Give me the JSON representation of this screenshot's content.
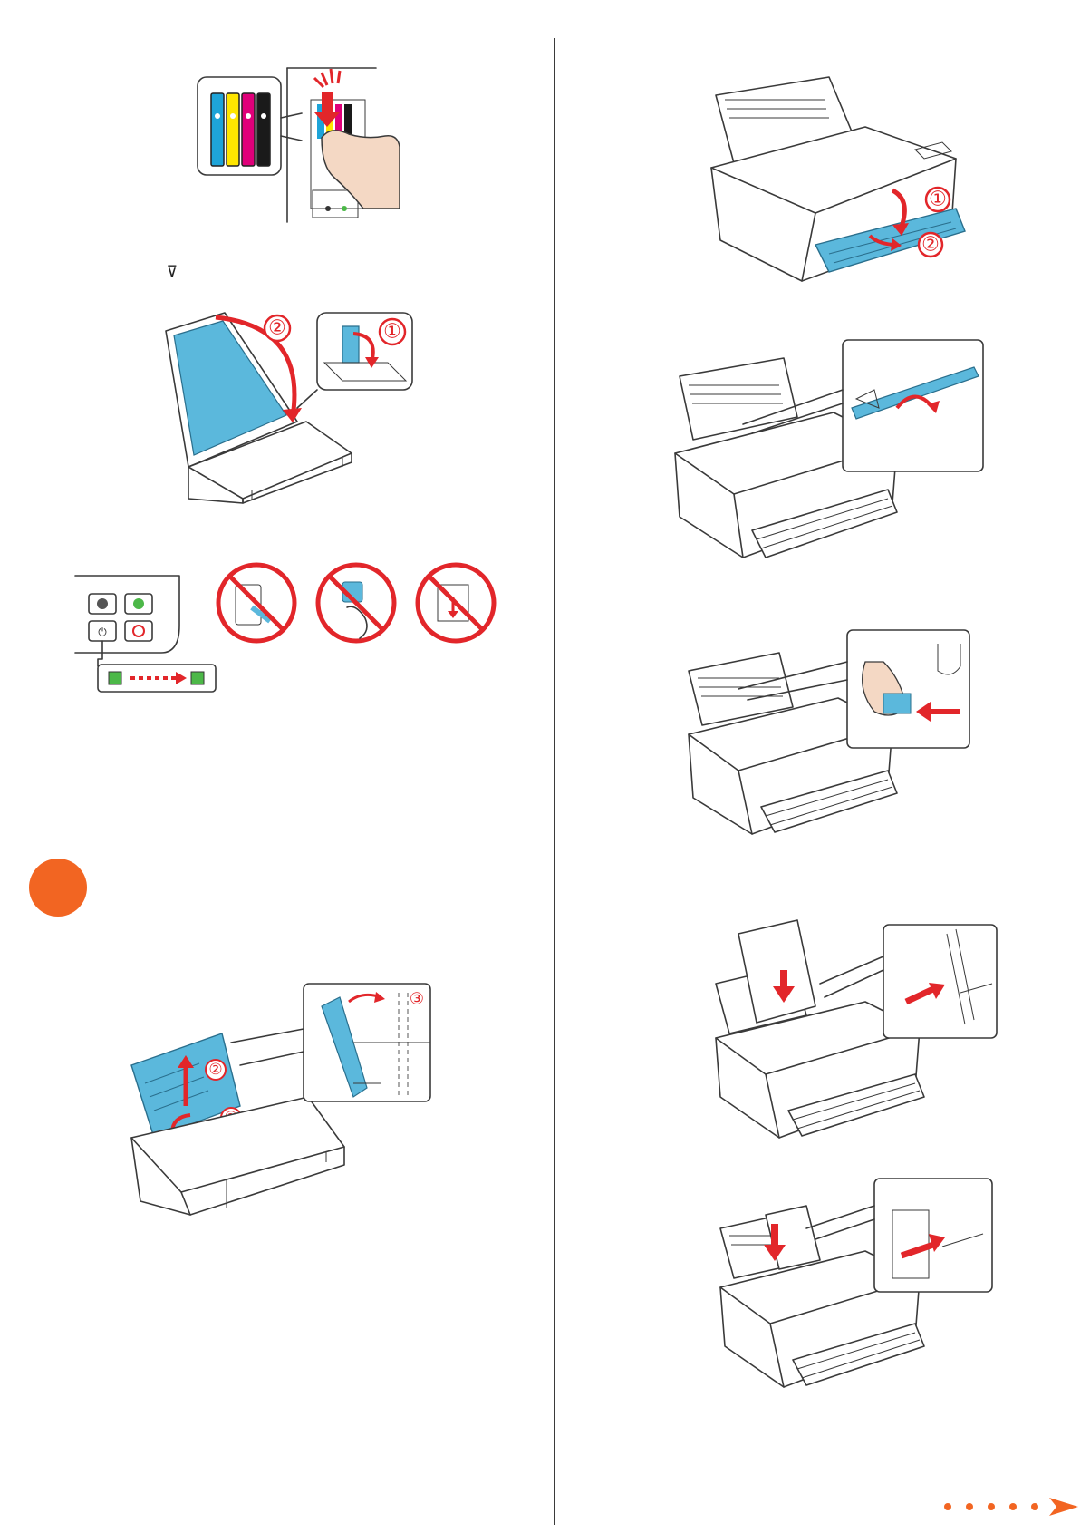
{
  "page": {
    "background": "#ffffff"
  },
  "colors": {
    "accent_orange": "#f26522",
    "warning_red": "#e2262a",
    "part_blue": "#5bb8dc",
    "line_gray": "#3a3a3a",
    "led_green": "#4cb848",
    "ink_cyan": "#1ea4d8",
    "ink_yellow": "#ffe600",
    "ink_magenta": "#e0007a",
    "ink_black": "#1a1a1a"
  },
  "left_column": {
    "stop_button_symbol": "⊽",
    "illustrations": [
      {
        "name": "ink-cartridge-install",
        "icons": [
          "ink-cartridge-icon",
          "finger-press-icon",
          "down-arrow-icon"
        ]
      },
      {
        "name": "close-scanner-lid",
        "callouts": [
          "①",
          "②"
        ]
      },
      {
        "name": "charging-warning-panel",
        "icons": [
          "power-button-icon",
          "stop-button-icon",
          "no-unplug-icon",
          "no-power-off-icon",
          "no-load-paper-icon"
        ]
      },
      {
        "name": "raise-paper-support",
        "callouts": [
          "①",
          "②",
          "③"
        ]
      }
    ],
    "step_marker": {
      "color": "#f26522"
    }
  },
  "right_column": {
    "illustrations": [
      {
        "name": "pull-out-output-tray",
        "callouts": [
          "①",
          "②"
        ]
      },
      {
        "name": "flip-feeder-guard"
      },
      {
        "name": "slide-edge-guide"
      },
      {
        "name": "load-paper-stack"
      },
      {
        "name": "slide-guide-against-paper"
      }
    ]
  },
  "footer": {
    "continue_indicator": "next-page-arrow"
  }
}
